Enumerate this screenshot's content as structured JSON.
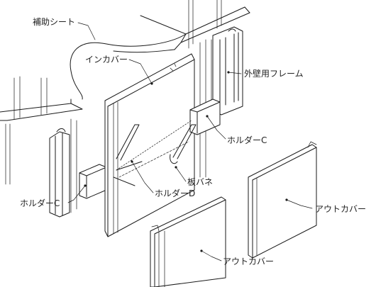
{
  "labels": {
    "hojo_sheet": "補助シート",
    "in_cover": "インカバー",
    "gaiheki_frame": "外壁用フレーム",
    "holder_c_right": "ホルダーC",
    "ita_bane": "板バネ",
    "holder_d": "ホルダーD",
    "holder_c_left": "ホルダーC",
    "out_cover_right": "アウトカバー",
    "out_cover_bottom": "アウトカバー"
  }
}
